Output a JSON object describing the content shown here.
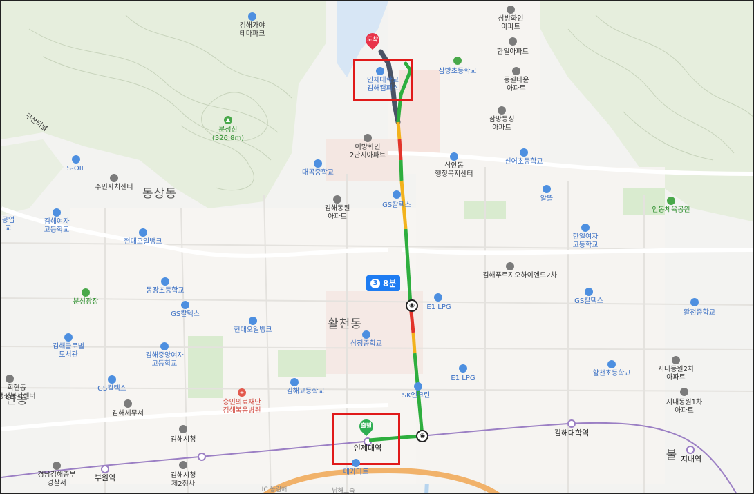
{
  "markers": {
    "destination": "도착",
    "start": "출발"
  },
  "route_badge": {
    "step": "3",
    "duration": "8분"
  },
  "districts": {
    "dongsang": "동상동",
    "hwalcheon": "활천동",
    "yeondong": "연동",
    "bul": "불"
  },
  "stations": {
    "inje": "인제대역",
    "gimhae_univ": "김해대학역",
    "buwon": "부원역",
    "jinae": "지내역"
  },
  "places": {
    "gaya_theme": "김해가야\n테마파크",
    "bunseongsan": "분성산\n(326.8m)",
    "guseontunnel": "구산터널",
    "soil": "S-OIL",
    "jumin": "주민자치센터",
    "gimhae_girls_hs": "김해여자\n고등학교",
    "gongeop": "공업\n교",
    "hyundai_oil1": "현대오일뱅크",
    "bunseong_square": "분성광장",
    "donggwang_es": "동광초등학교",
    "gs1": "GS칼텍스",
    "gimhae_global": "김해글로벌\n도서관",
    "jungang_girls": "김해중앙여자\n고등학교",
    "hoehyeon": "회현동\n행정복지센터",
    "gs2": "GS칼텍스",
    "tax_office": "김해세무서",
    "city_hall": "김해시청",
    "city_hall2": "김해시청\n제2청사",
    "gyeongnam_police": "경남김해중부\n경찰서",
    "hyundai_oil2": "현대오일뱅크",
    "samjeong_ms": "삼정중학교",
    "gimhae_hs": "김해고등학교",
    "bokeum_hospital": "승인의료재단\n김해복음병원",
    "mega_mart": "메가마트",
    "eobang_apt": "어방화인\n2단지아파트",
    "daecheong_ms": "대곡중학교",
    "gimhae_dongwon": "김해동원\n아파트",
    "gs3": "GS칼텍스",
    "inje_univ": "인제대학교\n김해캠퍼스",
    "samanbang_es": "삼방초등학교",
    "samanbang_apt": "삼방화인\n아파트",
    "hanil_apt": "한일아파트",
    "dongwon_town": "동원타운\n아파트",
    "sambang_dongseong": "삼방동성\n아파트",
    "saman_dong": "삼안동\n행정복지센터",
    "sineo_es": "신어초등학교",
    "altteul": "알뜰",
    "andong_park": "안동체육공원",
    "hanil_girls_hs": "한일여자\n고등학교",
    "prugio": "김해푸르지오하이엔드2차",
    "e1_lpg1": "E1 LPG",
    "e1_lpg2": "E1 LPG",
    "gs4": "GS칼텍스",
    "hwalcheon_ms": "활천중학교",
    "hwalcheon_es": "활천초등학교",
    "jinae_apt2": "지내동원2차\n아파트",
    "jinae_apt1": "지내동원1차\n아파트",
    "sk_energy": "SK엔크린",
    "donggimhae_ic": "IC 동김해",
    "namhae_road": "남해고속"
  },
  "colors": {
    "route_green": "#2eae3e",
    "route_yellow": "#f2b21c",
    "route_red": "#e2342a",
    "highlight_box": "#e01a1a",
    "rail": "#9b7fc4",
    "badge": "#1e7cf2"
  }
}
